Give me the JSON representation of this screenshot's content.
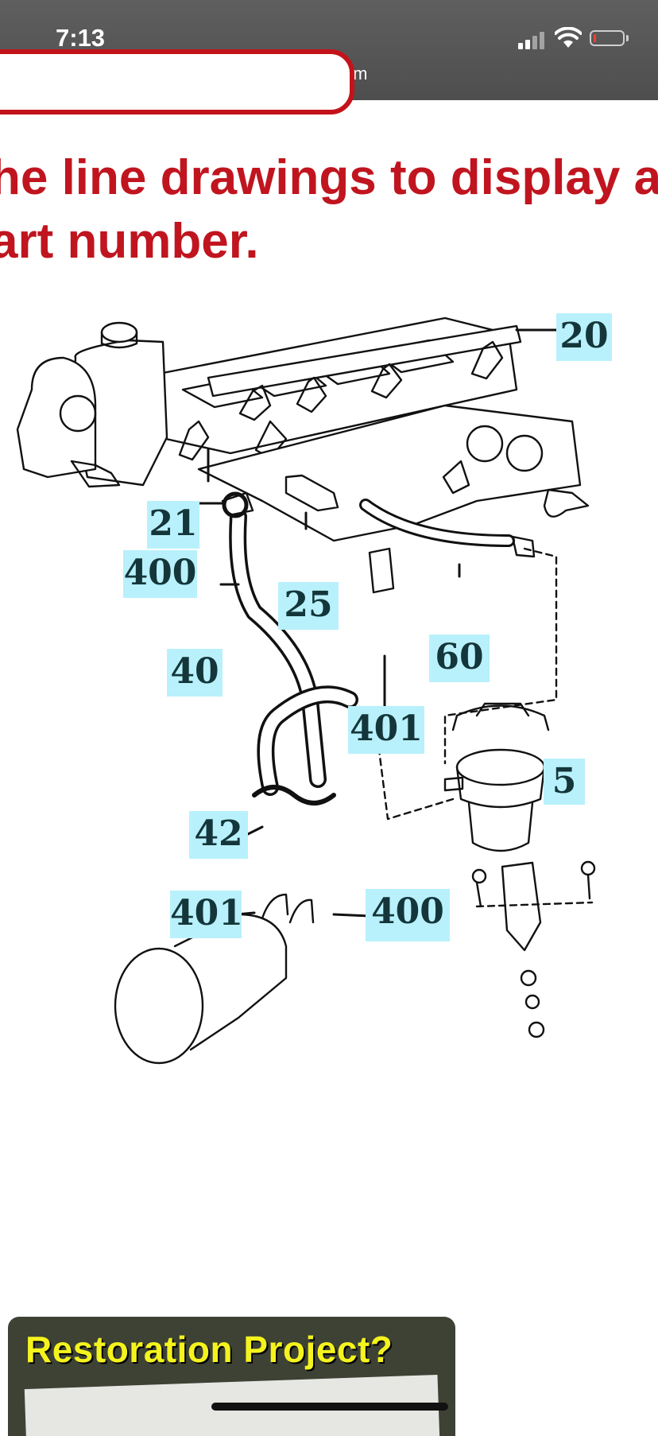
{
  "status_bar": {
    "time": "7:13",
    "url": "sor.com",
    "battery_level": 0.1
  },
  "page": {
    "headline_line1": "he line drawings to display a",
    "headline_line2": "art number."
  },
  "diagram": {
    "callouts": [
      "20",
      "21",
      "400",
      "25",
      "40",
      "60",
      "401",
      "5",
      "42",
      "401",
      "400"
    ]
  },
  "promo": {
    "title": "Restoration Project?"
  },
  "colors": {
    "accent_red": "#c0151f",
    "callout_bg": "#b8f1fb",
    "promo_yellow": "#f4f31d"
  }
}
